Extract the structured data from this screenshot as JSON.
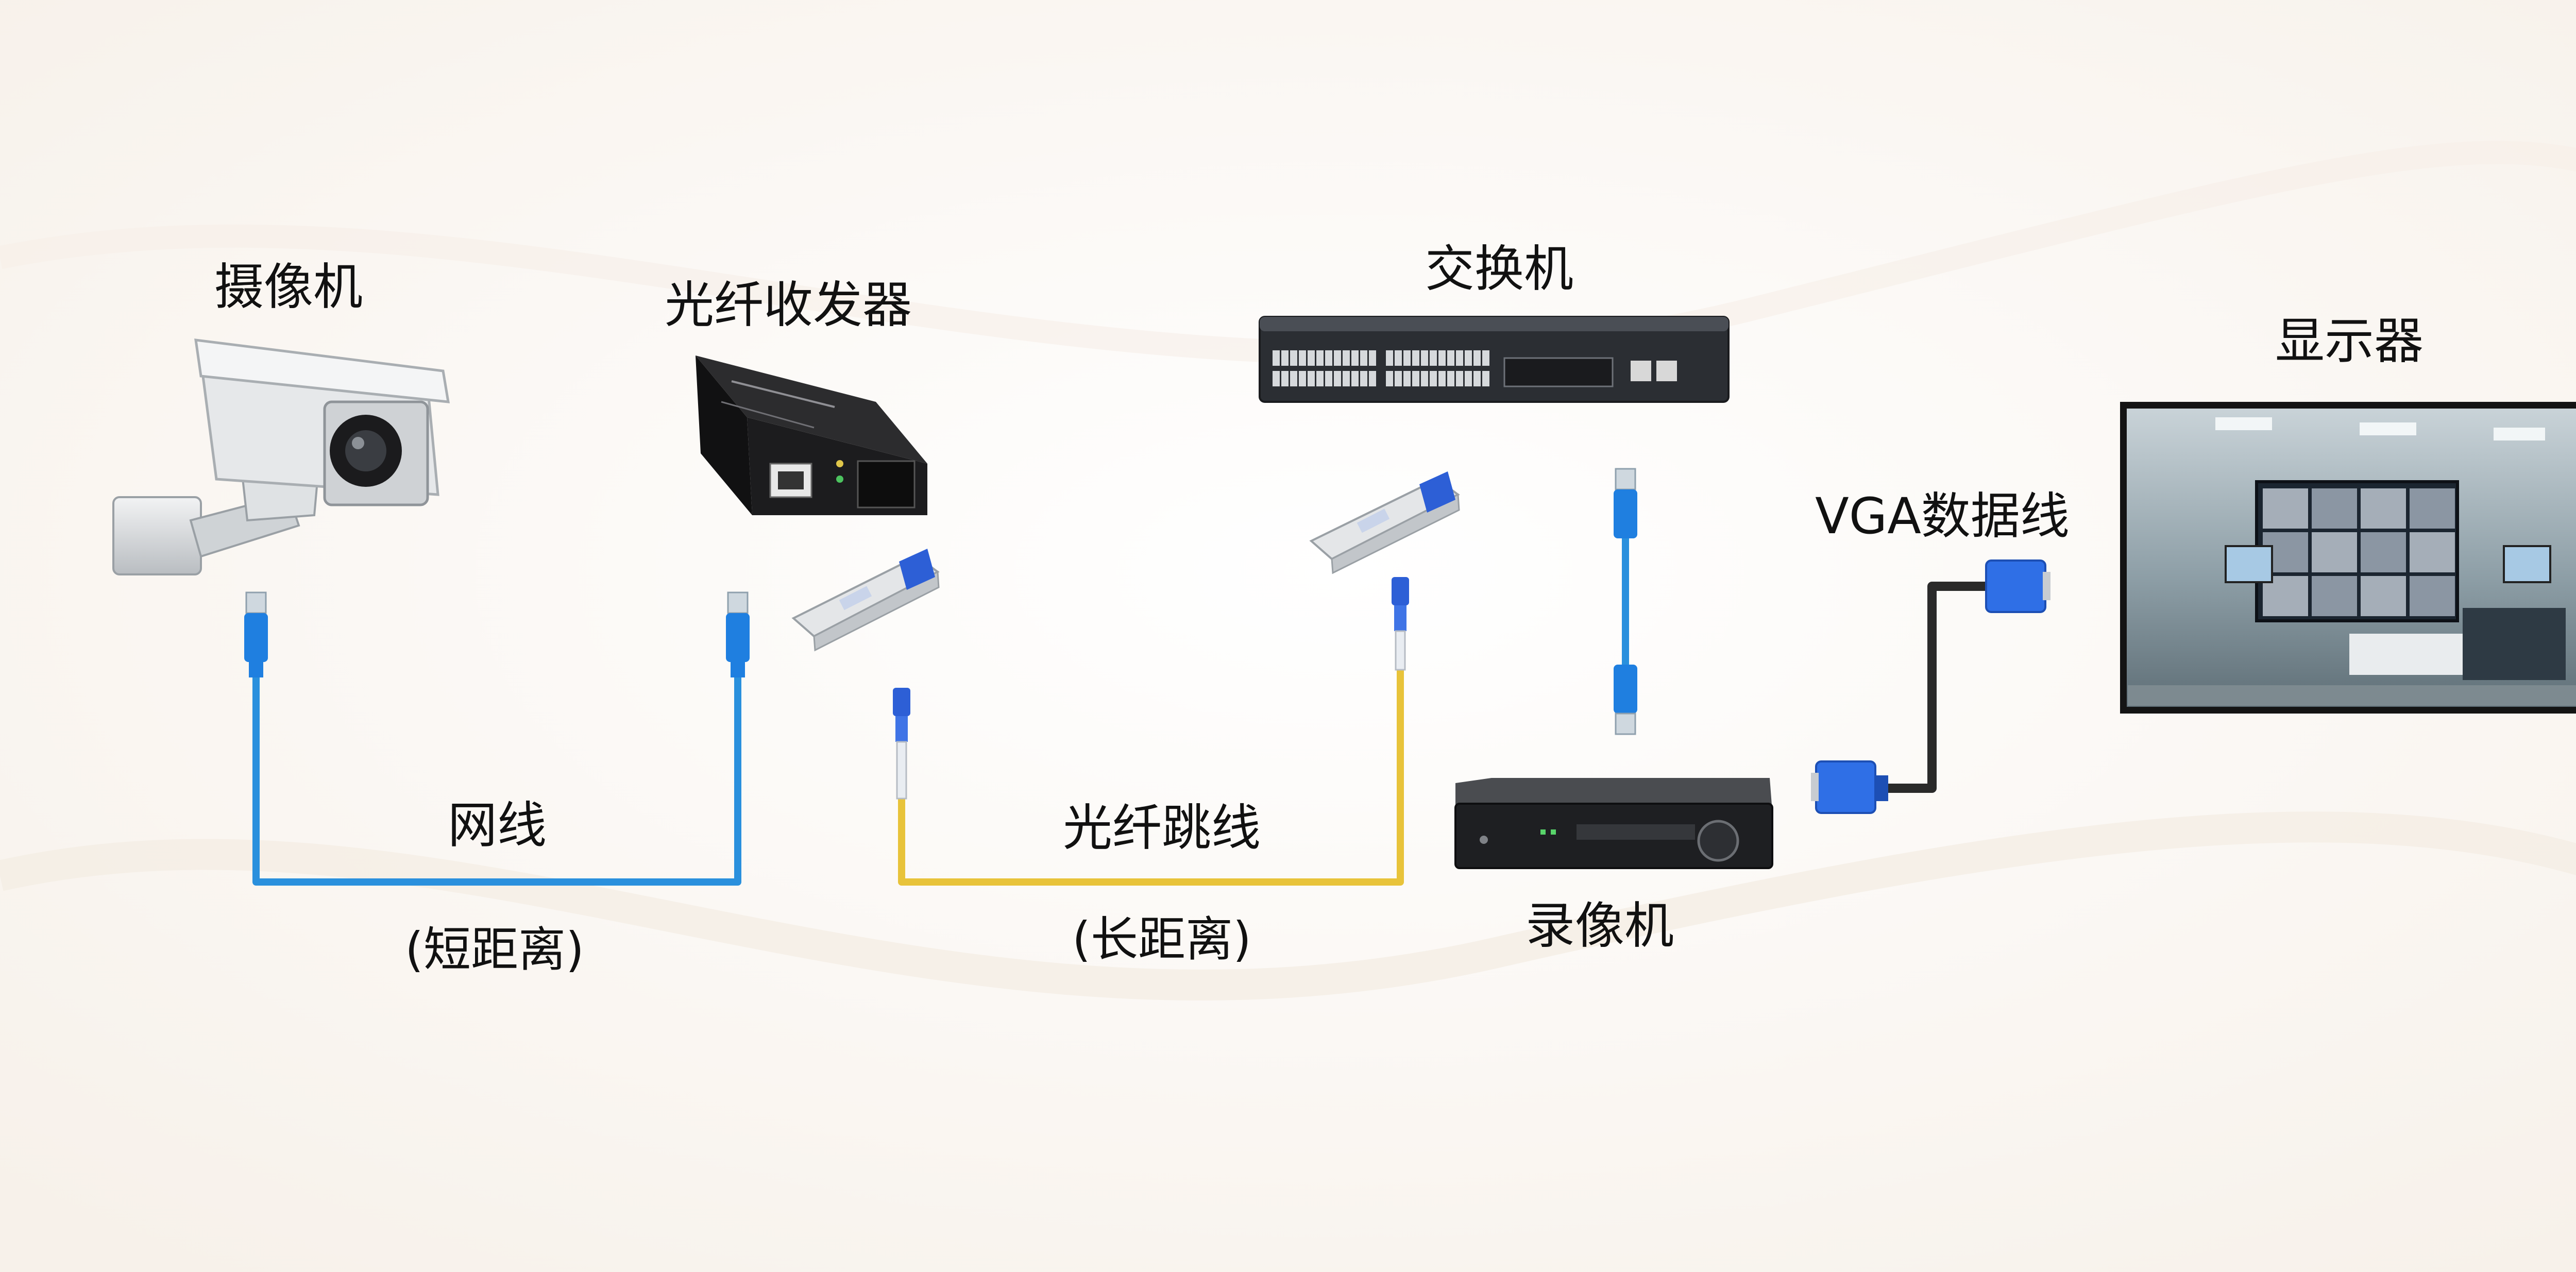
{
  "diagram": {
    "labels": {
      "camera": "摄像机",
      "media_converter": "光纤收发器",
      "switch": "交换机",
      "display": "显示器",
      "vga_cable": "VGA数据线",
      "network_cable": "网线",
      "network_cable_note": "(短距离)",
      "fiber_patch": "光纤跳线",
      "fiber_patch_note": "(长距离)",
      "nvr": "录像机"
    },
    "colors": {
      "network_cable": "#2a90dd",
      "fiber_cable": "#e8c33a",
      "vga_cable": "#2a2a2a",
      "connector_blue": "#1f7fe0",
      "vga_connector": "#2f6fe6",
      "device_dark": "#1e1e1e",
      "switch_body": "#2b2e33",
      "camera_body": "#d9dcdf",
      "background": "#fdfbf8"
    },
    "icons": [
      "camera-icon",
      "media-converter-icon",
      "sfp-module-icon",
      "switch-icon",
      "nvr-icon",
      "monitor-icon",
      "rj45-connector-icon",
      "lc-fiber-connector-icon",
      "vga-connector-icon"
    ]
  }
}
